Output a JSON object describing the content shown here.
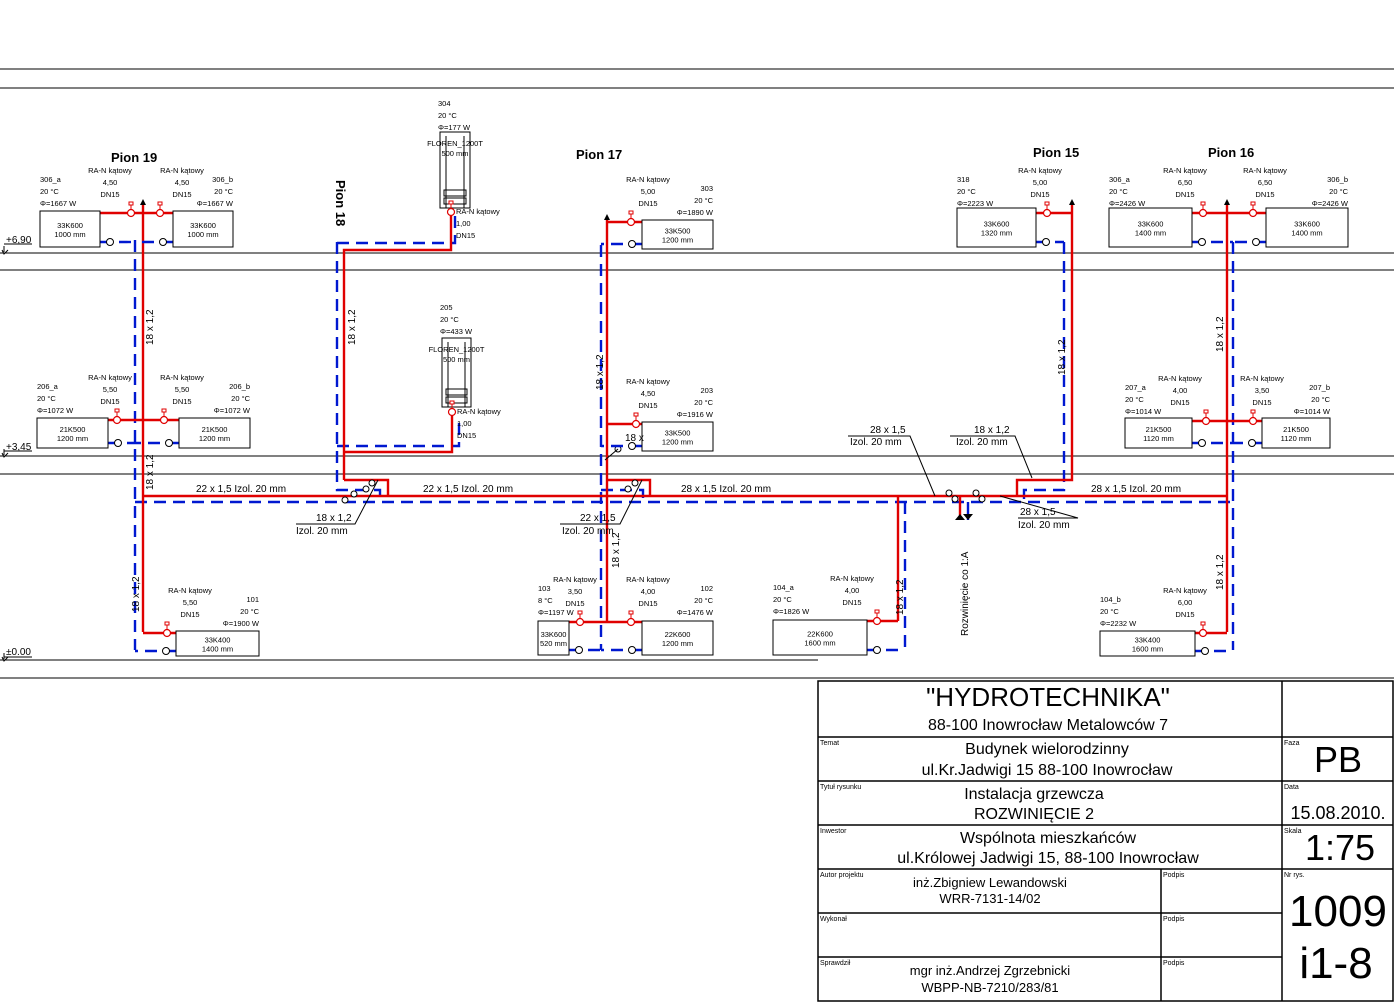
{
  "floors": [
    "+6,90",
    "+3,45",
    "±0.00"
  ],
  "risers": [
    "Pion 19",
    "Pion 18",
    "Pion 17",
    "Pion 15",
    "Pion 16"
  ],
  "radiators": [
    {
      "room": "306_a",
      "temp": "20 °C",
      "power": "Φ=1667 W",
      "type": "33K600",
      "length": "1000 mm",
      "valve": "RA-N kątowy",
      "setting": "4,50",
      "dn": "DN15"
    },
    {
      "room": "306_b",
      "temp": "20 °C",
      "power": "Φ=1667 W",
      "type": "33K600",
      "length": "1000 mm",
      "valve": "RA-N kątowy",
      "setting": "4,50",
      "dn": "DN15"
    },
    {
      "room": "304",
      "temp": "20 °C",
      "power": "Φ=177 W",
      "type": "FLOREN_1200T",
      "length": "500 mm",
      "valve": "RA-N kątowy",
      "setting": "1,00",
      "dn": "DN15"
    },
    {
      "room": "303",
      "temp": "20 °C",
      "power": "Φ=1890 W",
      "type": "33K500",
      "length": "1200 mm",
      "valve": "RA-N kątowy",
      "setting": "5,00",
      "dn": "DN15"
    },
    {
      "room": "318",
      "temp": "20 °C",
      "power": "Φ=2223 W",
      "type": "33K600",
      "length": "1320 mm",
      "valve": "RA-N kątowy",
      "setting": "5,00",
      "dn": "DN15"
    },
    {
      "room": "306_a",
      "temp": "20 °C",
      "power": "Φ=2426 W",
      "type": "33K600",
      "length": "1400 mm",
      "valve": "RA-N kątowy",
      "setting": "6,50",
      "dn": "DN15"
    },
    {
      "room": "306_b",
      "temp": "20 °C",
      "power": "Φ=2426 W",
      "type": "33K600",
      "length": "1400 mm",
      "valve": "RA-N kątowy",
      "setting": "6,50",
      "dn": "DN15"
    },
    {
      "room": "206_a",
      "temp": "20 °C",
      "power": "Φ=1072 W",
      "type": "21K500",
      "length": "1200 mm",
      "valve": "RA-N kątowy",
      "setting": "5,50",
      "dn": "DN15"
    },
    {
      "room": "206_b",
      "temp": "20 °C",
      "power": "Φ=1072 W",
      "type": "21K500",
      "length": "1200 mm",
      "valve": "RA-N kątowy",
      "setting": "5,50",
      "dn": "DN15"
    },
    {
      "room": "205",
      "temp": "20 °C",
      "power": "Φ=433 W",
      "type": "FLOREN_1200T",
      "length": "500 mm",
      "valve": "RA-N kątowy",
      "setting": "1,00",
      "dn": "DN15"
    },
    {
      "room": "203",
      "temp": "20 °C",
      "power": "Φ=1916 W",
      "type": "33K500",
      "length": "1200 mm",
      "valve": "RA-N kątowy",
      "setting": "4,50",
      "dn": "DN15"
    },
    {
      "room": "207_a",
      "temp": "20 °C",
      "power": "Φ=1014 W",
      "type": "21K500",
      "length": "1120 mm",
      "valve": "RA-N kątowy",
      "setting": "4,00",
      "dn": "DN15"
    },
    {
      "room": "207_b",
      "temp": "20 °C",
      "power": "Φ=1014 W",
      "type": "21K500",
      "length": "1120 mm",
      "valve": "RA-N kątowy",
      "setting": "3,50",
      "dn": "DN15"
    },
    {
      "room": "101",
      "temp": "20 °C",
      "power": "Φ=1900 W",
      "type": "33K400",
      "length": "1400 mm",
      "valve": "RA-N kątowy",
      "setting": "5,50",
      "dn": "DN15"
    },
    {
      "room": "103",
      "temp": "8 °C",
      "power": "Φ=1197 W",
      "type": "33K600",
      "length": "520 mm",
      "valve": "RA-N kątowy",
      "setting": "3,50",
      "dn": "DN15"
    },
    {
      "room": "102",
      "temp": "20 °C",
      "power": "Φ=1476 W",
      "type": "22K600",
      "length": "1200 mm",
      "valve": "RA-N kątowy",
      "setting": "4,00",
      "dn": "DN15"
    },
    {
      "room": "104_a",
      "temp": "20 °C",
      "power": "Φ=1826 W",
      "type": "22K600",
      "length": "1600 mm",
      "valve": "RA-N kątowy",
      "setting": "4,00",
      "dn": "DN15"
    },
    {
      "room": "104_b",
      "temp": "20 °C",
      "power": "Φ=2232 W",
      "type": "33K400",
      "length": "1600 mm",
      "valve": "RA-N kątowy",
      "setting": "6,00",
      "dn": "DN15"
    }
  ],
  "pipe_labels": [
    "18 x 1,2",
    "18 x 1,2",
    "18 x 1,2",
    "18 x 1,2",
    "18 x 1,2",
    "18 x 1,2",
    "18 x 1,2",
    "18 x 1,2",
    "18 x 1,2",
    "18 x 1,2",
    "22 x 1,5  Izol. 20 mm",
    "22 x 1,5  Izol. 20 mm",
    "28 x 1,5  Izol. 20 mm",
    "28 x 1,5  Izol. 20 mm",
    "18 x 1,2",
    "Izol. 20 mm",
    "22 x 1,5",
    "Izol. 20 mm",
    "28 x 1,5",
    "Izol. 20 mm",
    "18 x 1,2",
    "Izol. 20 mm",
    "28 x 1,5",
    "Izol. 20 mm",
    "18 x"
  ],
  "branch_note": "Rozwinięcie co 1:A",
  "title_block": {
    "company": "\"HYDROTECHNIKA\"",
    "company_address": "88-100 Inowrocław Metalowców 7",
    "temat_label": "Temat",
    "temat_1": "Budynek wielorodzinny",
    "temat_2": "ul.Kr.Jadwigi 15    88-100 Inowrocław",
    "faza_label": "Faza",
    "faza": "PB",
    "typ_label": "Tytuł rysunku",
    "typ_1": "Instalacja grzewcza",
    "typ_2": "ROZWINIĘCIE 2",
    "data_label": "Data",
    "data": "15.08.2010.",
    "inwestor_label": "Inwestor",
    "inwestor_1": "Wspólnota mieszkańców",
    "inwestor_2": "ul.Królowej Jadwigi 15,    88-100 Inowrocław",
    "skala_label": "Skala",
    "skala": "1:75",
    "autor_label": "Autor projektu",
    "autor_1": "inż.Zbigniew Lewandowski",
    "autor_2": "WRR-7131-14/02",
    "podpis_label": "Podpis",
    "wykonal_label": "Wykonał",
    "sprawdzil_label": "Sprawdził",
    "sprawdzil_1": "mgr inż.Andrzej Zgrzebnicki",
    "sprawdzil_2": "WBPP-NB-7210/283/81",
    "nr_label": "Nr rys.",
    "nr_1": "1009",
    "nr_2": "i1-8"
  }
}
